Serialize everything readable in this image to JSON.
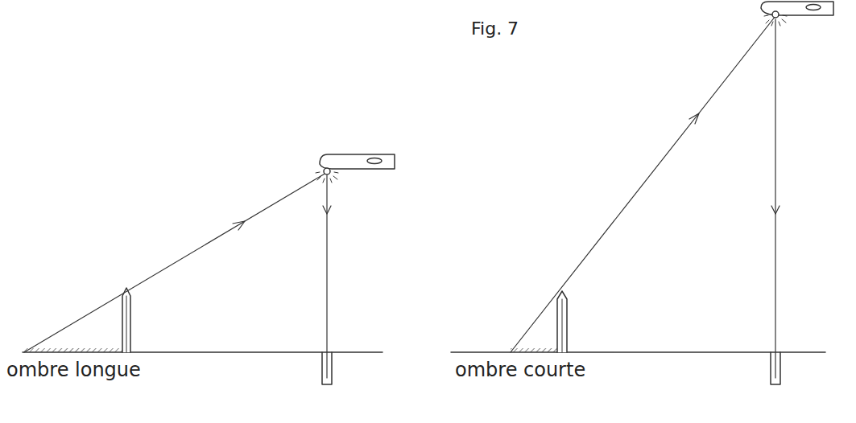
{
  "diagram": {
    "title": "Fig. 7",
    "labels": [
      "ombre longue",
      "ombre courte"
    ]
  }
}
